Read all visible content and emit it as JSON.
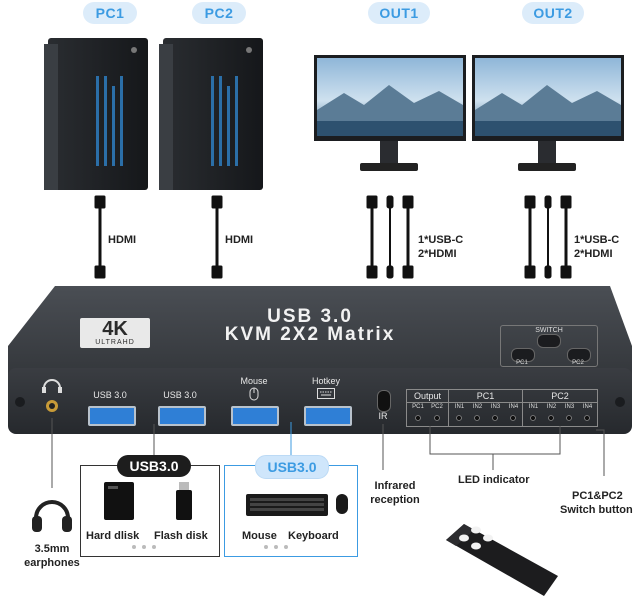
{
  "top_labels": {
    "pc1": "PC1",
    "pc2": "PC2",
    "out1": "OUT1",
    "out2": "OUT2"
  },
  "cables": {
    "hdmi_pc1": "HDMI",
    "hdmi_pc2": "HDMI",
    "out1_line1": "1*USB-C",
    "out1_line2": "2*HDMI",
    "out2_line1": "1*USB-C",
    "out2_line2": "2*HDMI"
  },
  "device": {
    "badge_main": "4K",
    "badge_sub": "ULTRAHD",
    "title_line1": "USB 3.0",
    "title_line2": "KVM 2X2 Matrix",
    "switch_label": "SWITCH",
    "switch_pc1": "PC1",
    "switch_pc2": "PC2",
    "port_usb1": "USB 3.0",
    "port_usb2": "USB 3.0",
    "port_mouse": "Mouse",
    "port_hotkey": "Hotkey",
    "ir_label": "IR",
    "output_label": "Output",
    "output_pc1": "PC1",
    "output_pc2": "PC2",
    "group_pc1": "PC1",
    "group_pc2": "PC2",
    "in_labels": [
      "IN1",
      "IN2",
      "IN3",
      "IN4"
    ]
  },
  "callouts": {
    "usb_box_tag": "USB3.0",
    "usb_box_item1": "Hard dlisk",
    "usb_box_item2": "Flash disk",
    "hid_box_tag": "USB3.0",
    "hid_box_item1": "Mouse",
    "hid_box_item2": "Keyboard",
    "earphones_line1": "3.5mm",
    "earphones_line2": "earphones",
    "ir_line1": "Infrared",
    "ir_line2": "reception",
    "led": "LED indicator",
    "switch_line1": "PC1&PC2",
    "switch_line2": "Switch button"
  },
  "colors": {
    "accent_blue": "#3c9be2",
    "pill_bg": "#dcecfa",
    "device_body": "#2f3236",
    "port_blue": "#2f7fd6"
  }
}
